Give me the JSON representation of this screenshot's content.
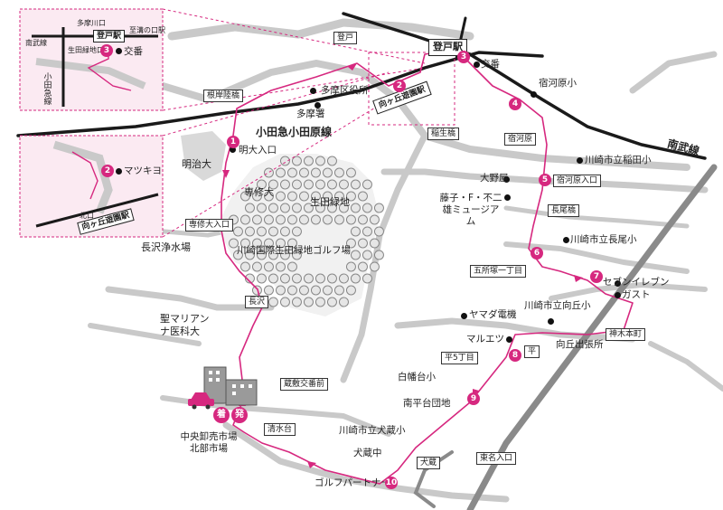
{
  "colors": {
    "route": "#d6287f",
    "road": "#c9c9c9",
    "rail": "#1a1a1a",
    "inset_bg": "#fbeaf2",
    "inset_border": "#d6287f",
    "building": "#9a9a9a",
    "car": "#d6287f"
  },
  "rail_lines": {
    "odakyu": "小田急小田原線",
    "nambu": "南武線"
  },
  "stations": {
    "noborito": "登戸駅",
    "mukogaoka": "向ヶ丘遊園駅"
  },
  "inset1": {
    "station": "登戸駅",
    "top_label": "多摩川口",
    "right_label": "至溝の口駅",
    "rail_left": "南武線",
    "rail_vertical": "小田急線",
    "shop": "生田緑地口",
    "num": "3",
    "koban": "交番"
  },
  "inset2": {
    "station": "向ヶ丘遊園駅",
    "exit": "北口",
    "num": "2",
    "shop": "マツキヨ"
  },
  "intersections": [
    "登戸",
    "根岸陸橋",
    "稲生橋",
    "宿河原",
    "宿河原入口",
    "長尾橋",
    "五所塚一丁目",
    "神木本町",
    "平",
    "平5丁目",
    "犬蔵",
    "東名入口",
    "清水台",
    "蔵敷交番前",
    "長沢",
    "専修大入口"
  ],
  "landmarks": [
    "多摩区役所",
    "多摩署",
    "明大入口",
    "明治大",
    "専修大",
    "生田緑地",
    "川崎国際生田緑地ゴルフ場",
    "長沢浄水場",
    "聖マリアンナ医科大",
    "大野屋",
    "藤子・F・不二雄ミュージアム",
    "宿河原小",
    "川崎市立稲田小",
    "川崎市立長尾小",
    "セブンイレブン",
    "ガスト",
    "川崎市立向丘小",
    "向丘出張所",
    "ヤマダ電機",
    "マルエツ",
    "白幡台小",
    "南平台団地",
    "川崎市立犬蔵小",
    "犬蔵中",
    "ゴルフパートナー",
    "中央卸売市場北部市場",
    "交番"
  ],
  "route_numbers": [
    "1",
    "2",
    "3",
    "4",
    "5",
    "6",
    "7",
    "8",
    "9",
    "10"
  ],
  "start_goal": {
    "arrive": "着",
    "depart": "発"
  }
}
